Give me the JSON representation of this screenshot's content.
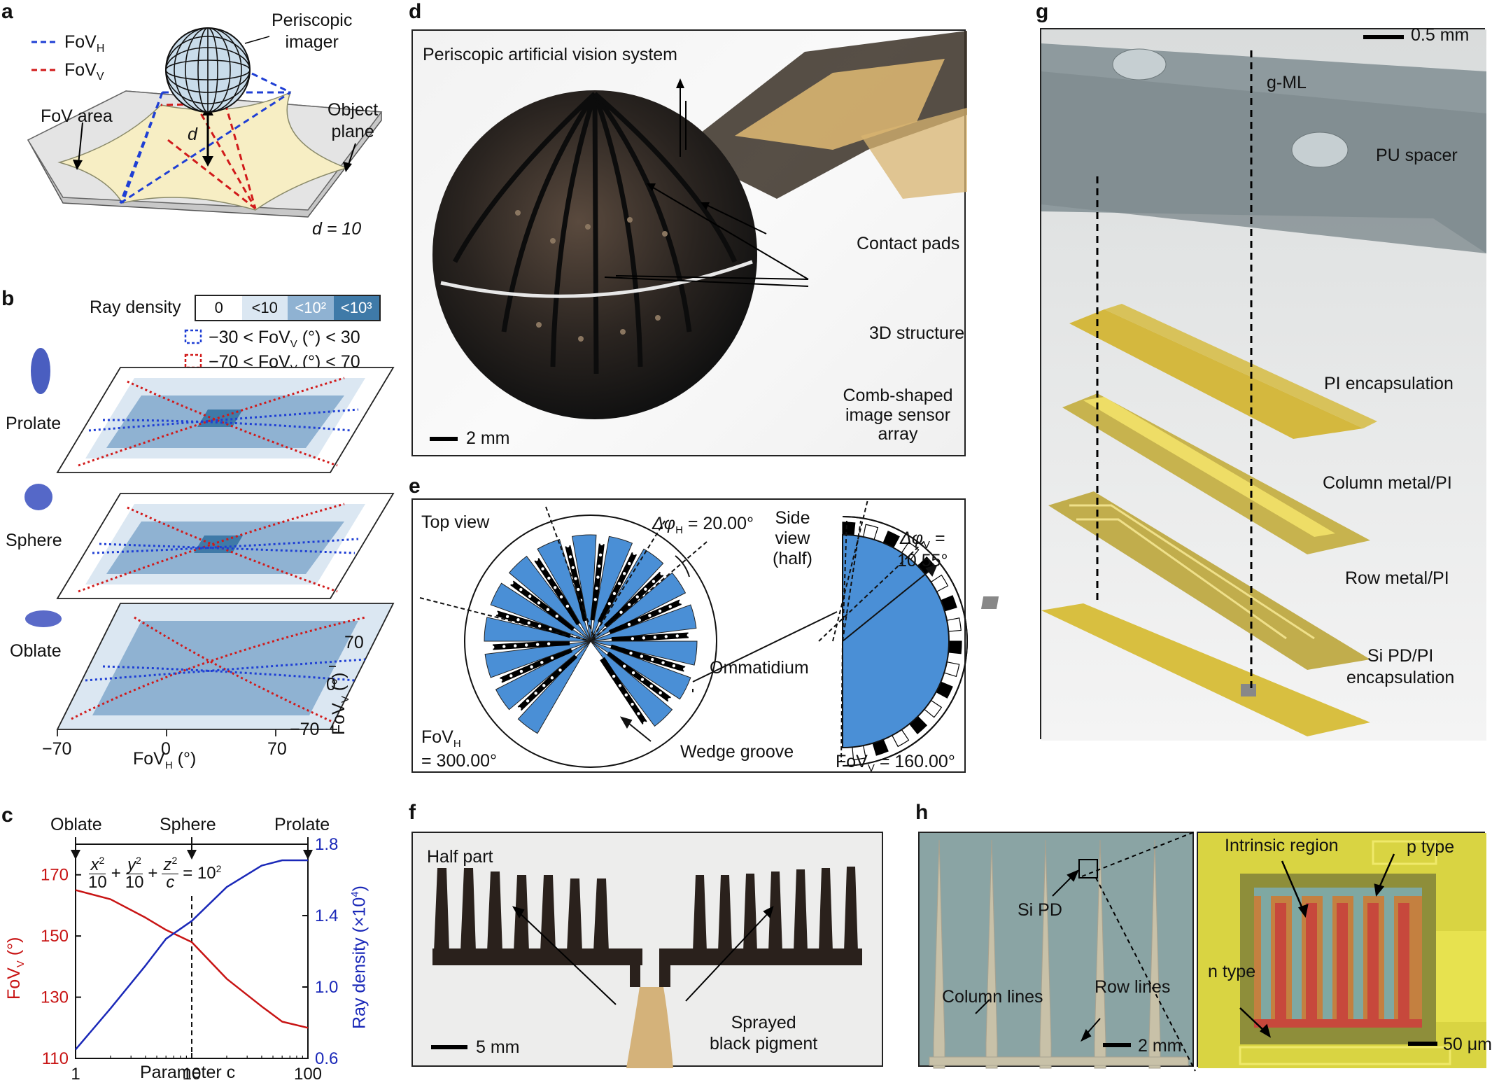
{
  "panels": {
    "a": {
      "label": "a",
      "legend_h": "FoV",
      "legend_h_sub": "H",
      "legend_v": "FoV",
      "legend_v_sub": "V",
      "imager": "Periscopic\nimager",
      "fov_area": "FoV area",
      "object_plane": "Object\nplane",
      "d_label": "d",
      "d_eq": "d = 10"
    },
    "b": {
      "label": "b",
      "ray_density": "Ray density",
      "rd_bins": [
        "0",
        "<10",
        "<10²",
        "<10³"
      ],
      "range1": "−30 < FoV",
      "range1_sub": "V",
      "range1_tail": " (°) < 30",
      "range2": "−70 < FoV",
      "range2_sub": "V",
      "range2_tail": " (°) < 70",
      "shapes": [
        "Prolate",
        "Sphere",
        "Oblate"
      ],
      "x_ticks": [
        "−70",
        "0",
        "70"
      ],
      "y_ticks": [
        "70",
        "0",
        "−70"
      ],
      "xlabel": "FoV",
      "xlabel_sub": "H",
      "xlabel_tail": " (°)",
      "ylabel": "FoV",
      "ylabel_sub": "V",
      "ylabel_tail": " (°)"
    },
    "c": {
      "label": "c",
      "top_labels": [
        "Oblate",
        "Sphere",
        "Prolate"
      ],
      "equation": "x²/10 + y²/10 + z²/c = 10²",
      "eq_x": "x",
      "eq_y": "y",
      "eq_z": "z",
      "eq_c": "c",
      "eq_rhs": "= 10",
      "eq_10": "10",
      "eq_plus": "+",
      "eq_sq": "2"
    },
    "d": {
      "label": "d",
      "title": "Periscopic artificial vision system",
      "contact": "Contact pads",
      "structure": "3D structure",
      "comb": "Comb-shaped\nimage sensor array",
      "scale": "2 mm"
    },
    "e": {
      "label": "e",
      "top_view": "Top view",
      "dphi_h": "Δφ",
      "dphi_h_sub": "H",
      "dphi_h_val": " = 20.00°",
      "side_view": "Side\nview\n(half)",
      "dphi_v": "Δφ",
      "dphi_v_sub": "V",
      "dphi_v_val": " =\n10.55°",
      "ommatidium": "Ommatidium",
      "fov_h": "FoV",
      "fov_h_sub": "H",
      "fov_h_val": "= 300.00°",
      "wedge": "Wedge groove",
      "fov_v": "FoV",
      "fov_v_sub": "V",
      "fov_v_val": " = 160.00°"
    },
    "f": {
      "label": "f",
      "half": "Half part",
      "pigment": "Sprayed\nblack pigment",
      "scale": "5 mm"
    },
    "g": {
      "label": "g",
      "scale": "0.5 mm",
      "layers": [
        "g-ML",
        "PU spacer",
        "PI encapsulation",
        "Column metal/PI",
        "Row metal/PI",
        "Si PD/PI\nencapsulation"
      ]
    },
    "h": {
      "label": "h",
      "si_pd": "Si PD",
      "column": "Column lines",
      "row": "Row lines",
      "scale_left": "2 mm",
      "intrinsic": "Intrinsic region",
      "ptype": "p type",
      "ntype": "n type",
      "scale_right": "50 μm"
    }
  },
  "colors": {
    "blue": "#1f3fd4",
    "red": "#d11a1a",
    "sector_blue": "#4a8fd6",
    "density": [
      "#ffffff",
      "#dbe7f2",
      "#8fb2d2",
      "#3f7aa8"
    ]
  },
  "chart_data": {
    "type": "line",
    "x": [
      1,
      2,
      4,
      6,
      10,
      20,
      40,
      60,
      100
    ],
    "xscale": "log",
    "xlim": [
      1,
      100
    ],
    "x_ticks": [
      "1",
      "10",
      "100"
    ],
    "xlabel": "Parameter c",
    "series": [
      {
        "name": "FoV_V",
        "axis": "left",
        "color": "#c81414",
        "values": [
          165,
          162,
          156,
          152,
          148,
          136,
          127,
          122,
          120
        ]
      },
      {
        "name": "Ray density",
        "axis": "right",
        "color": "#1a28b8",
        "values": [
          0.65,
          0.88,
          1.12,
          1.27,
          1.37,
          1.56,
          1.68,
          1.71,
          1.71
        ]
      }
    ],
    "ylabel_left": "FoV",
    "ylabel_left_sub": "V",
    "ylabel_left_tail": " (°)",
    "ylim_left": [
      110,
      180
    ],
    "y_ticks_left": [
      "110",
      "130",
      "150",
      "170"
    ],
    "ylabel_right": "Ray density (×10",
    "ylabel_right_sup": "4",
    "ylabel_right_tail": ")",
    "ylim_right": [
      0.6,
      1.8
    ],
    "y_ticks_right": [
      "0.6",
      "1.0",
      "1.4",
      "1.8"
    ],
    "vline_x": 10
  }
}
